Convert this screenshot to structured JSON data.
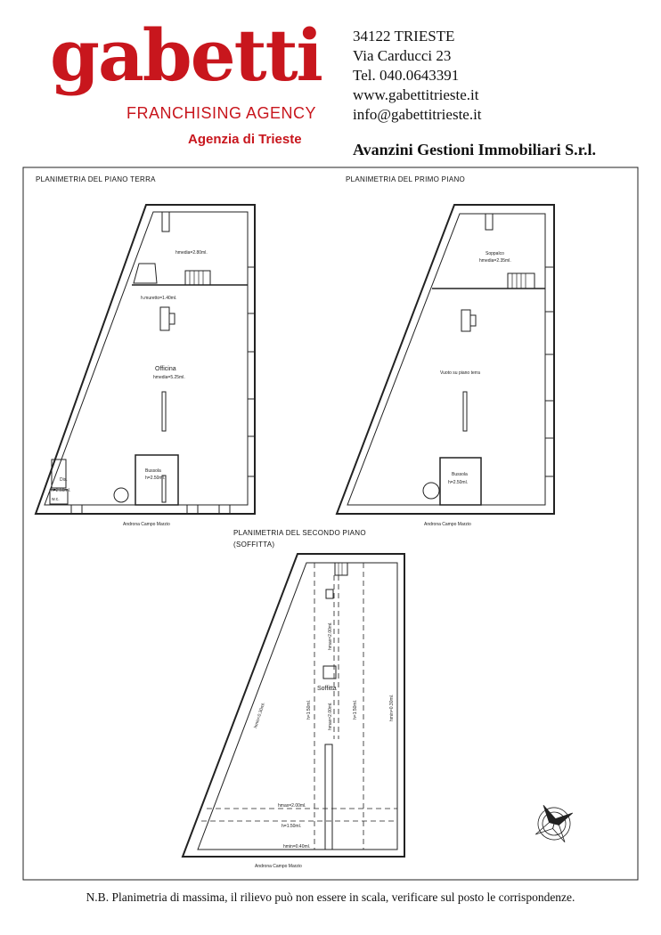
{
  "header": {
    "logo_word": "gabetti",
    "logo_subtitle": "FRANCHISING AGENCY",
    "logo_agency": "Agenzia di Trieste",
    "contact": [
      "34122 TRIESTE",
      "Via Carducci 23",
      "Tel. 040.0643391",
      "www.gabettitrieste.it",
      "info@gabettitrieste.it"
    ],
    "company": "Avanzini Gestioni Immobiliari S.r.l."
  },
  "plans": {
    "ground": {
      "title": "PLANIMETRIA DEL PIANO TERRA",
      "labels": {
        "hmedia_upper": "hmedia=2.80ml.",
        "hmuretto": "h.muretto=1.40ml.",
        "room_name": "Officina",
        "room_height": "hmedia=5.25ml.",
        "small_room": "Dis.",
        "small_height": "h=2.60ml.",
        "wc": "w.c.",
        "bussola": "Bussola",
        "bussola_height": "h=2.50ml."
      },
      "street": "Androna Campo Marzio"
    },
    "first": {
      "title": "PLANIMETRIA DEL PRIMO PIANO",
      "labels": {
        "soppalco": "Soppalco",
        "soppalco_height": "hmedia=2.35ml.",
        "void": "Vuoto su piano terra",
        "bussola": "Bussola",
        "bussola_height": "h=2.50ml."
      },
      "street": "Androna Campo Marzio"
    },
    "second": {
      "title": "PLANIMETRIA DEL SECONDO PIANO",
      "subtitle": "(SOFFITTA)",
      "labels": {
        "room_name": "Soffitta",
        "h_top": "hmax=2.00ml.",
        "h_mid": "hmax=2.00ml.",
        "h1_left": "h=1.50ml.",
        "h1_right": "h=1.50ml.",
        "h_right_wall": "hmin=0.30ml.",
        "h_left_wall": "hmin=0.30ml.",
        "hmax_bottom": "hmax=2.00ml.",
        "h_bottom": "h=1.50ml.",
        "hmin_bottom": "hmin=0.40ml."
      },
      "street": "Androna Campo Marzio"
    }
  },
  "footer_note": "N.B. Planimetria di massima, il rilievo può non essere in scala, verificare sul posto le corrispondenze.",
  "colors": {
    "brand": "#c8161d",
    "lines": "#222222"
  },
  "compass": "compass-rose-icon"
}
